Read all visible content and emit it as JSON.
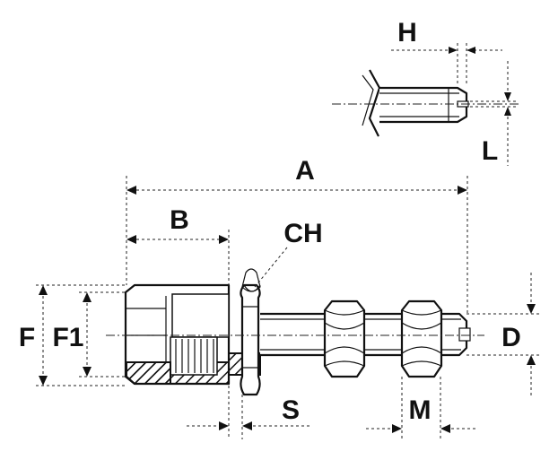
{
  "labels": {
    "A": "A",
    "B": "B",
    "CH": "CH",
    "F": "F",
    "F1": "F1",
    "S": "S",
    "M": "M",
    "D": "D",
    "H": "H",
    "L": "L"
  },
  "colors": {
    "line": "#111111",
    "background": "#ffffff"
  }
}
